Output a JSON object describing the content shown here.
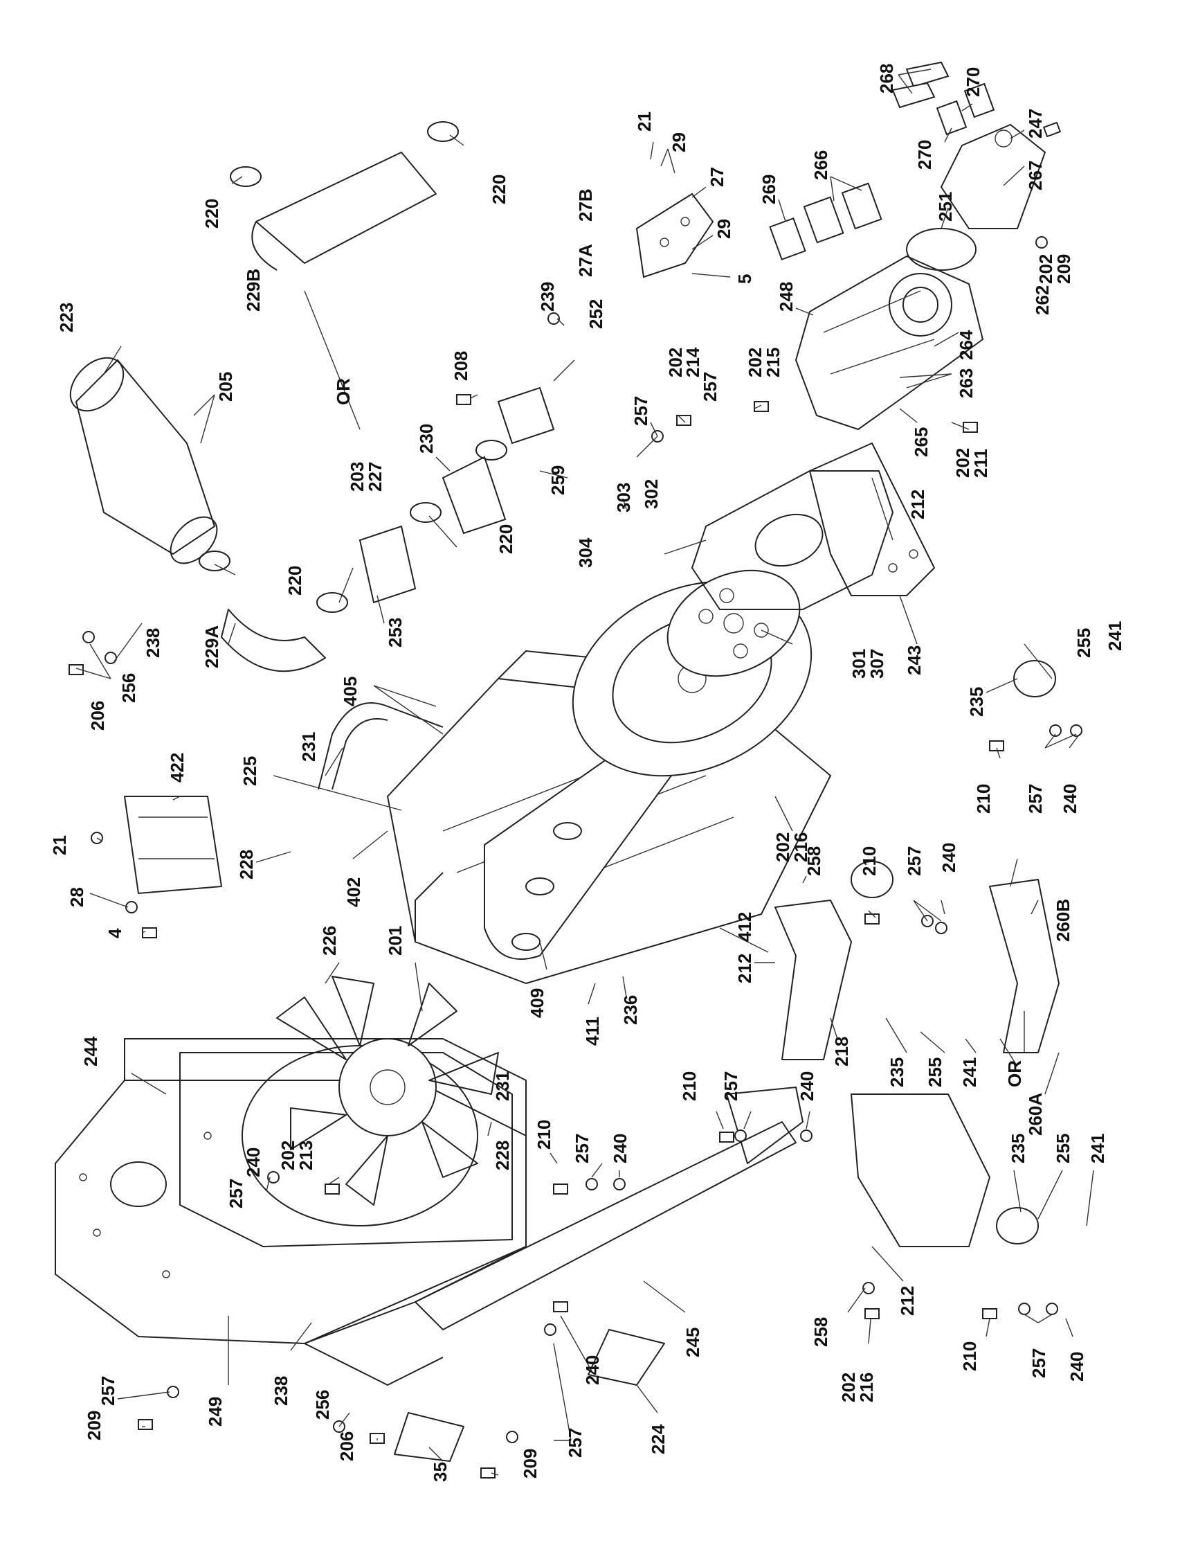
{
  "labels": {
    "l268": "268",
    "l270a": "270",
    "l270b": "270",
    "l247": "247",
    "l267": "267",
    "l251": "251",
    "l202a": "202",
    "l209a": "209",
    "l262": "262",
    "l266": "266",
    "l269": "269",
    "l248": "248",
    "l264": "264",
    "l263": "263",
    "l265": "265",
    "l202b": "202",
    "l211": "211",
    "l21a": "21",
    "l29a": "29",
    "l27": "27",
    "l27B": "27B",
    "l27A": "27A",
    "l29b": "29",
    "l5": "5",
    "l220a": "220",
    "l220b": "220",
    "l229B": "229B",
    "l223": "223",
    "l205": "205",
    "l239": "239",
    "l252": "252",
    "l208": "208",
    "lOR1": "OR",
    "l202c": "202",
    "l214": "214",
    "l202d": "202",
    "l215": "215",
    "l257a": "257",
    "l257b": "257",
    "l259": "259",
    "l230": "230",
    "l203": "203",
    "l227": "227",
    "l220c": "220",
    "l220d": "220",
    "l303": "303",
    "l302": "302",
    "l304": "304",
    "l212a": "212",
    "l229A": "229A",
    "l253": "253",
    "l238a": "238",
    "l256a": "256",
    "l206a": "206",
    "l301": "301",
    "l307": "307",
    "l243": "243",
    "l255a": "255",
    "l241a": "241",
    "l235a": "235",
    "l210a": "210",
    "l257c": "257",
    "l240a": "240",
    "l405": "405",
    "l231a": "231",
    "l225": "225",
    "l422": "422",
    "l21b": "21",
    "l28": "28",
    "l4": "4",
    "l228a": "228",
    "l402": "402",
    "l202e": "202",
    "l216a": "216",
    "l258a": "258",
    "l210b": "210",
    "l257d": "257",
    "l240b": "240",
    "l412": "412",
    "l260B": "260B",
    "l212b": "212",
    "l226": "226",
    "l201": "201",
    "l409": "409",
    "l411": "411",
    "l236": "236",
    "l218": "218",
    "l235b": "235",
    "l255b": "255",
    "l241b": "241",
    "lOR2": "OR",
    "l260A": "260A",
    "l244": "244",
    "l231b": "231",
    "l228b": "228",
    "l202f": "202",
    "l213": "213",
    "l257e": "257",
    "l240c": "240",
    "l210c": "210",
    "l257f": "257",
    "l240d": "240",
    "l210d": "210",
    "l257g": "257",
    "l240e": "240",
    "l235c": "235",
    "l255c": "255",
    "l241c": "241",
    "l212c": "212",
    "l258b": "258",
    "l202g": "202",
    "l216b": "216",
    "l210e": "210",
    "l257h": "257",
    "l240f": "240",
    "l245": "245",
    "l257i": "257",
    "l209b": "209",
    "l249": "249",
    "l238b": "238",
    "l256b": "256",
    "l206b": "206",
    "l35": "35",
    "l209c": "209",
    "l257j": "257",
    "l240g": "240",
    "l224": "224"
  }
}
